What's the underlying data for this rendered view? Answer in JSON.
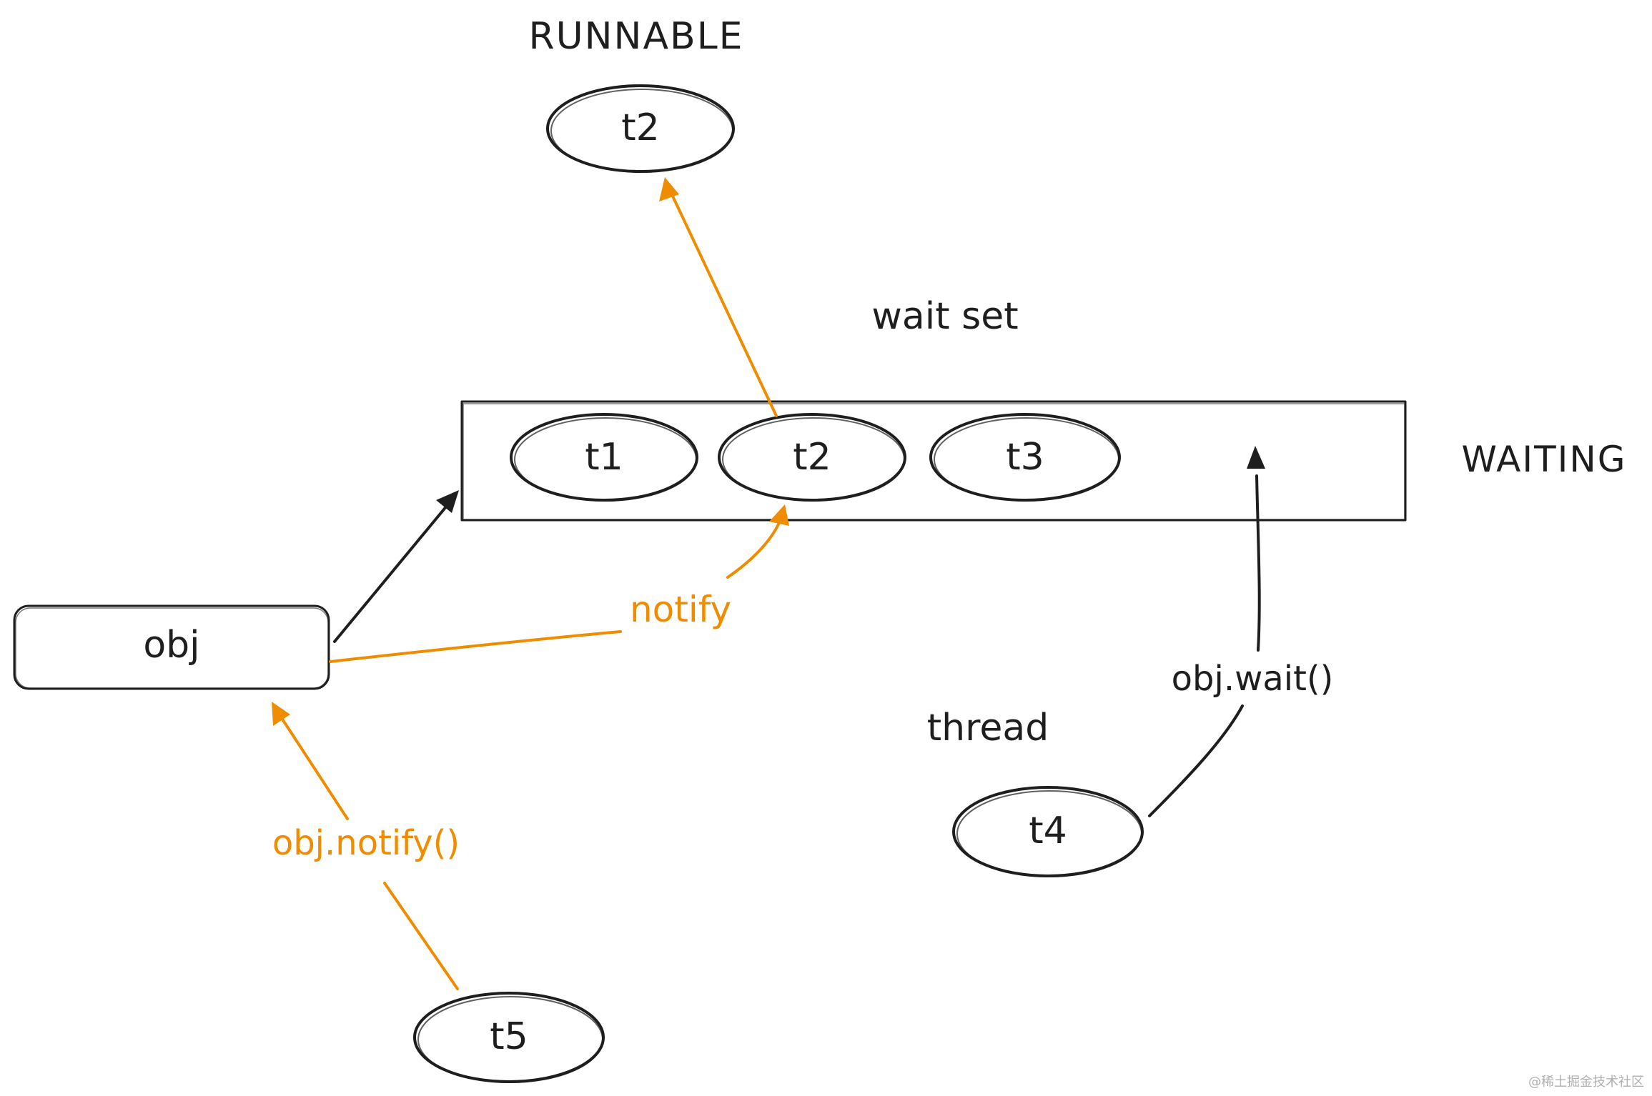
{
  "colors": {
    "ink": "#1e1e1e",
    "accent": "#f08c00",
    "background": "#ffffff",
    "watermark": "#b0b0b0"
  },
  "labels": {
    "runnable_state": "RUNNABLE",
    "wait_set": "wait set",
    "waiting_state": "WAITING",
    "thread": "thread"
  },
  "nodes": {
    "runnable_t2": "t2",
    "wait_t1": "t1",
    "wait_t2": "t2",
    "wait_t3": "t3",
    "thread_t4": "t4",
    "thread_t5": "t5",
    "obj": "obj"
  },
  "edges": {
    "notify_label": "notify",
    "obj_notify_call": "obj.notify()",
    "obj_wait_call": "obj.wait()"
  },
  "watermark": "@稀土掘金技术社区"
}
